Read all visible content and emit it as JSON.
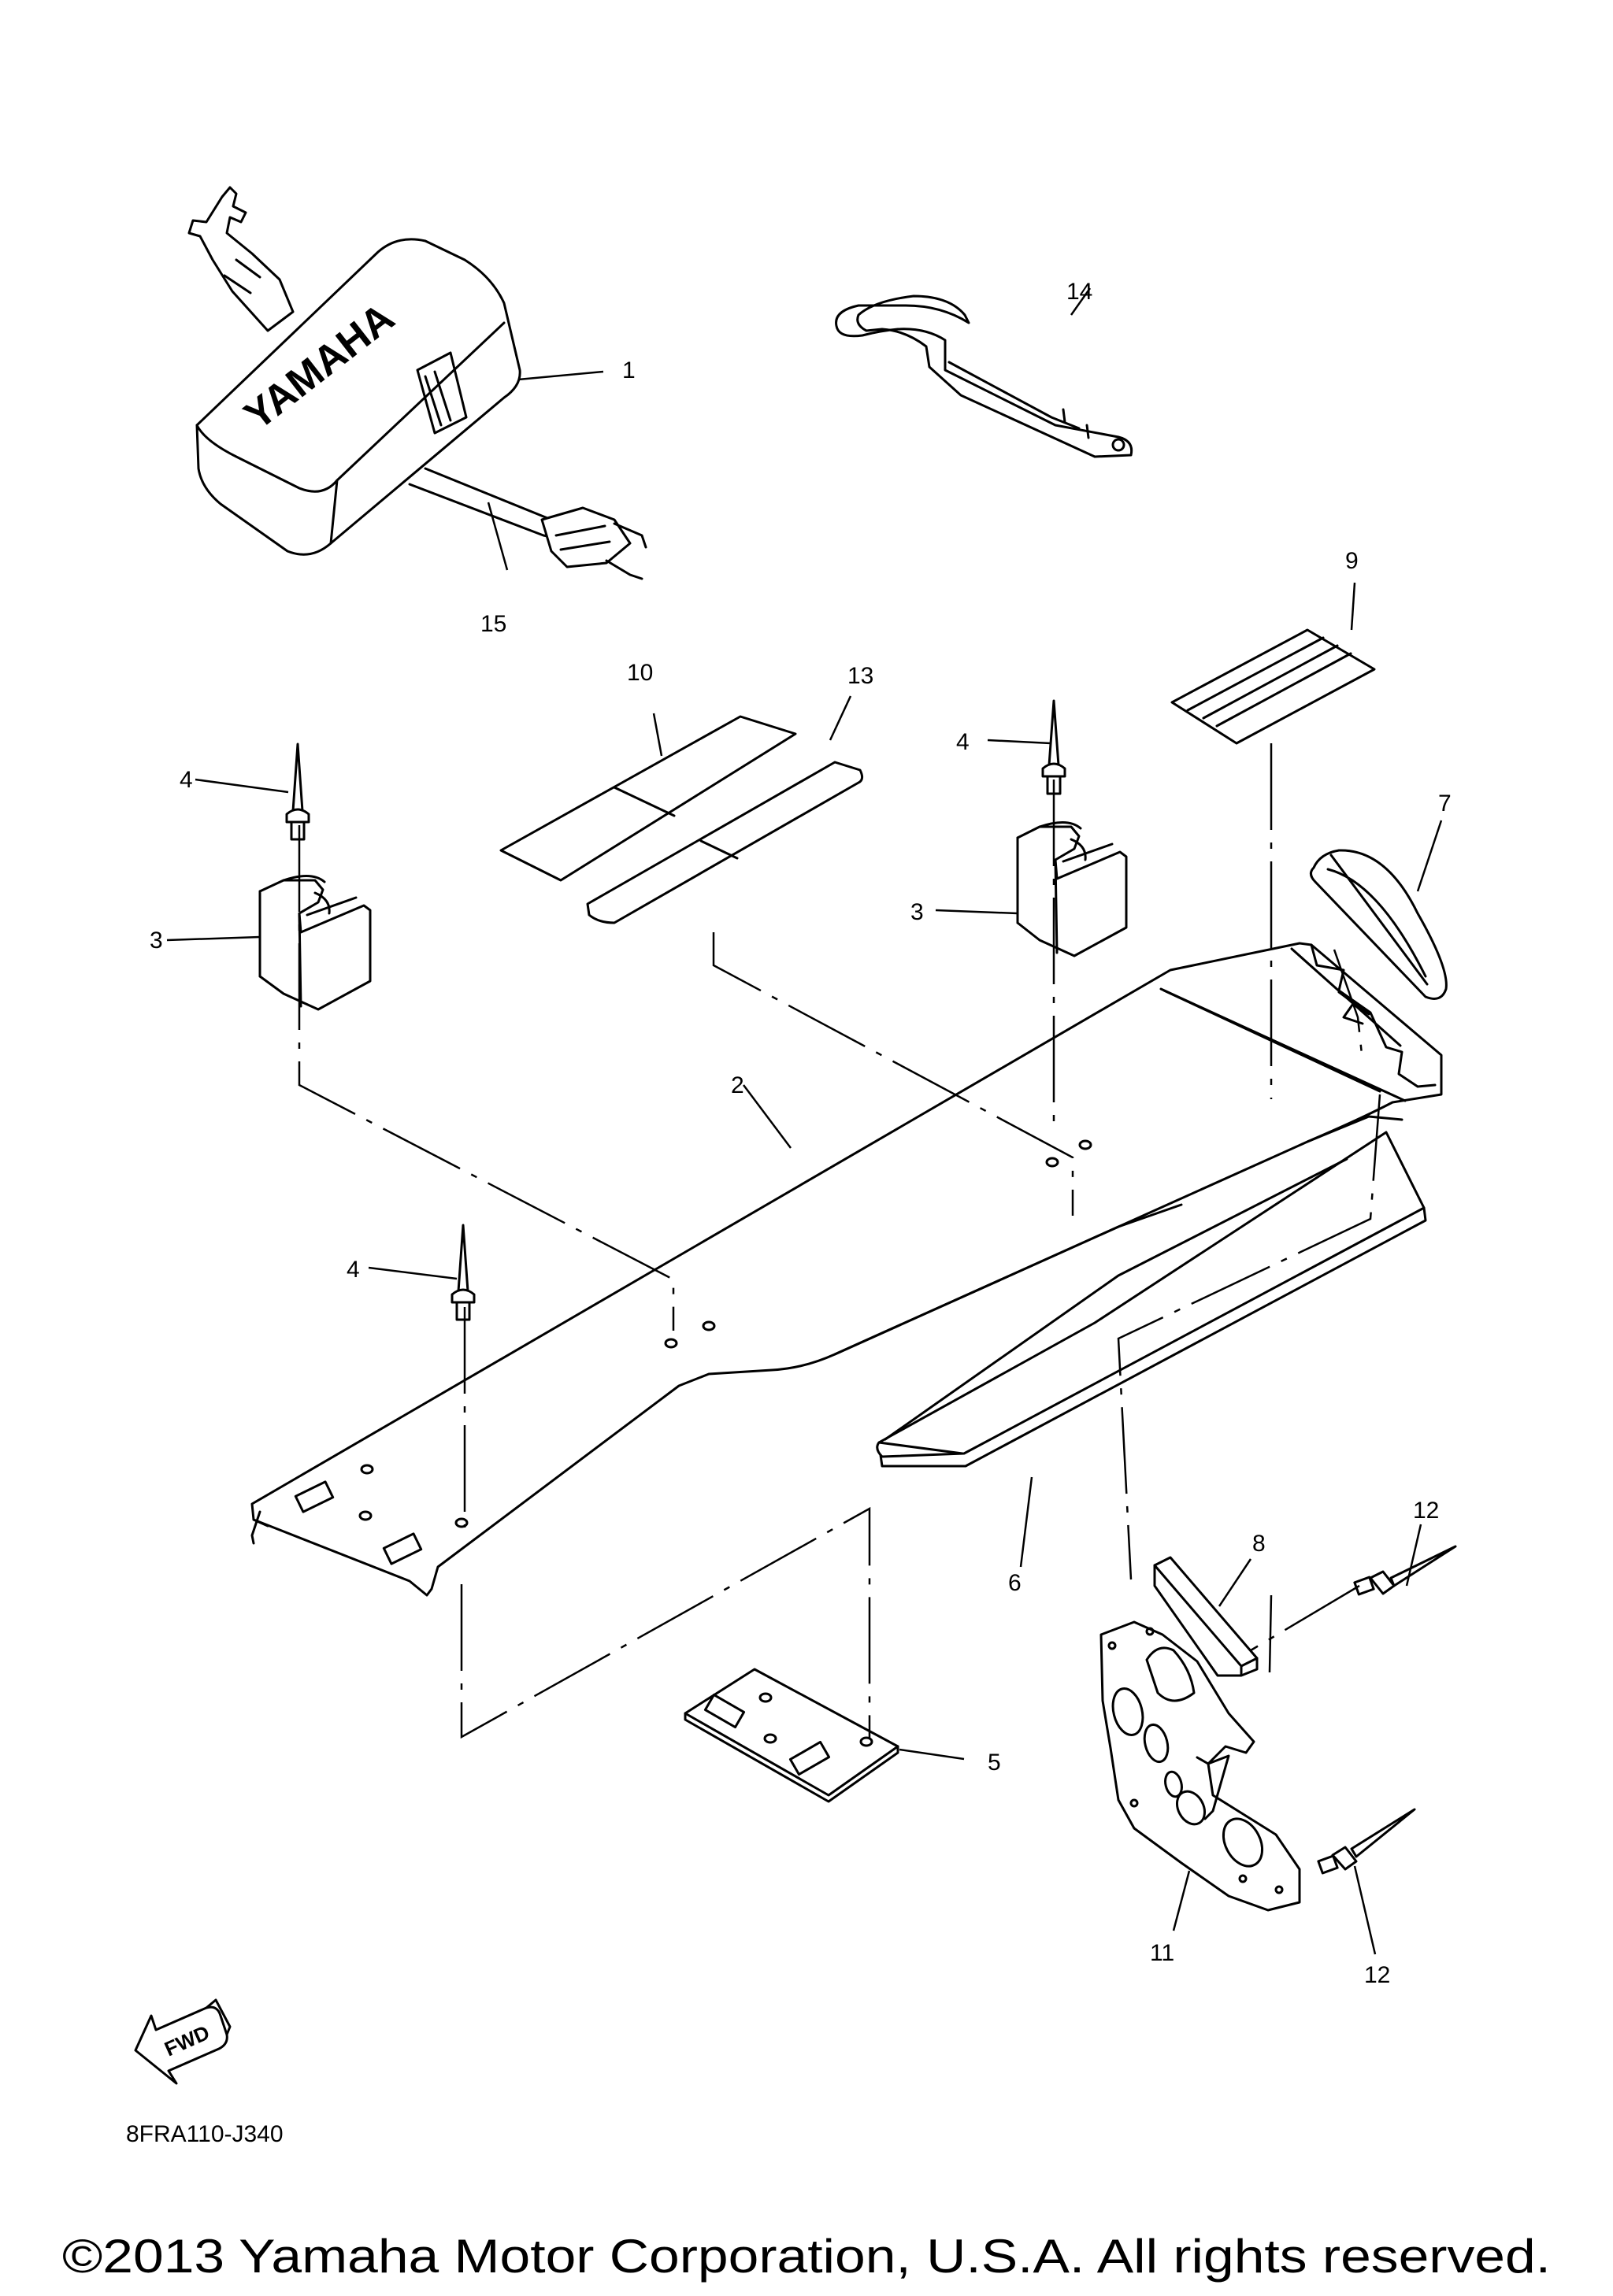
{
  "diagram": {
    "callouts": [
      "1",
      "2",
      "3",
      "3",
      "4",
      "4",
      "4",
      "5",
      "6",
      "7",
      "8",
      "9",
      "10",
      "11",
      "12",
      "12",
      "13",
      "14",
      "15"
    ],
    "brand_logo_text": "YAMAHA",
    "fwd_label": "FWD",
    "drawing_code": "8FRA110-J340"
  },
  "footer": {
    "copyright": "©2013 Yamaha Motor Corporation, U.S.A. All rights reserved."
  }
}
